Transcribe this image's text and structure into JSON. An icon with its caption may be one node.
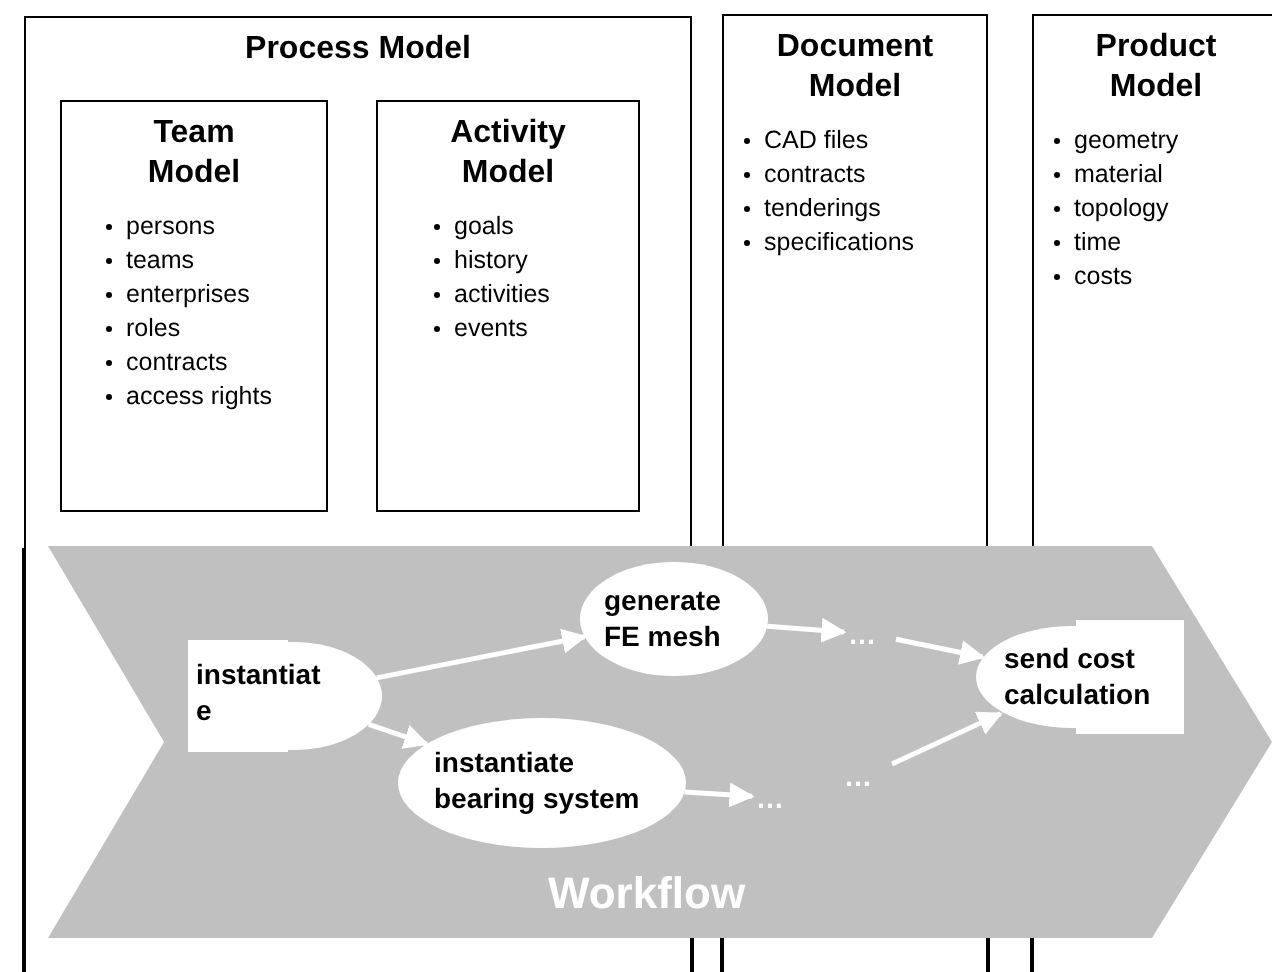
{
  "diagram": {
    "nodes": [
      {
        "text": [
          "Process Model"
        ]
      },
      {
        "text": [
          "Team Model",
          "persons",
          "teams",
          "enterprises",
          "roles",
          "contracts",
          "access rights"
        ],
        "in": 0
      },
      {
        "text": [
          "Activity Model",
          "goals",
          "history",
          "activities",
          "events"
        ],
        "in": 0
      },
      {
        "text": [
          "Document Model",
          "CAD files",
          "contracts",
          "tenderings",
          "specifications"
        ]
      },
      {
        "text": [
          "Product Model",
          "geometry",
          "material",
          "topology",
          "time",
          "costs"
        ]
      },
      {
        "text": [
          "Workflow"
        ]
      },
      {
        "text": [
          "instantiat e"
        ],
        "in": 5
      },
      {
        "text": [
          "generate FE mesh"
        ],
        "in": 5
      },
      {
        "text": [
          "instantiate bearing system"
        ],
        "in": 5
      },
      {
        "text": [
          "…"
        ],
        "in": 5
      },
      {
        "text": [
          "…"
        ],
        "in": 5
      },
      {
        "text": [
          "…"
        ],
        "in": 5
      },
      {
        "text": [
          "send cost calculation"
        ],
        "in": 5
      }
    ],
    "edges": [
      {
        "from": 6,
        "to": 7,
        "arrow": "to"
      },
      {
        "from": 6,
        "to": 8,
        "arrow": "to"
      },
      {
        "from": 7,
        "to": 9,
        "arrow": "to"
      },
      {
        "from": 9,
        "to": 12,
        "arrow": "to"
      },
      {
        "from": 8,
        "to": 10,
        "arrow": "to"
      },
      {
        "from": 11,
        "to": 12,
        "arrow": "to"
      }
    ]
  }
}
